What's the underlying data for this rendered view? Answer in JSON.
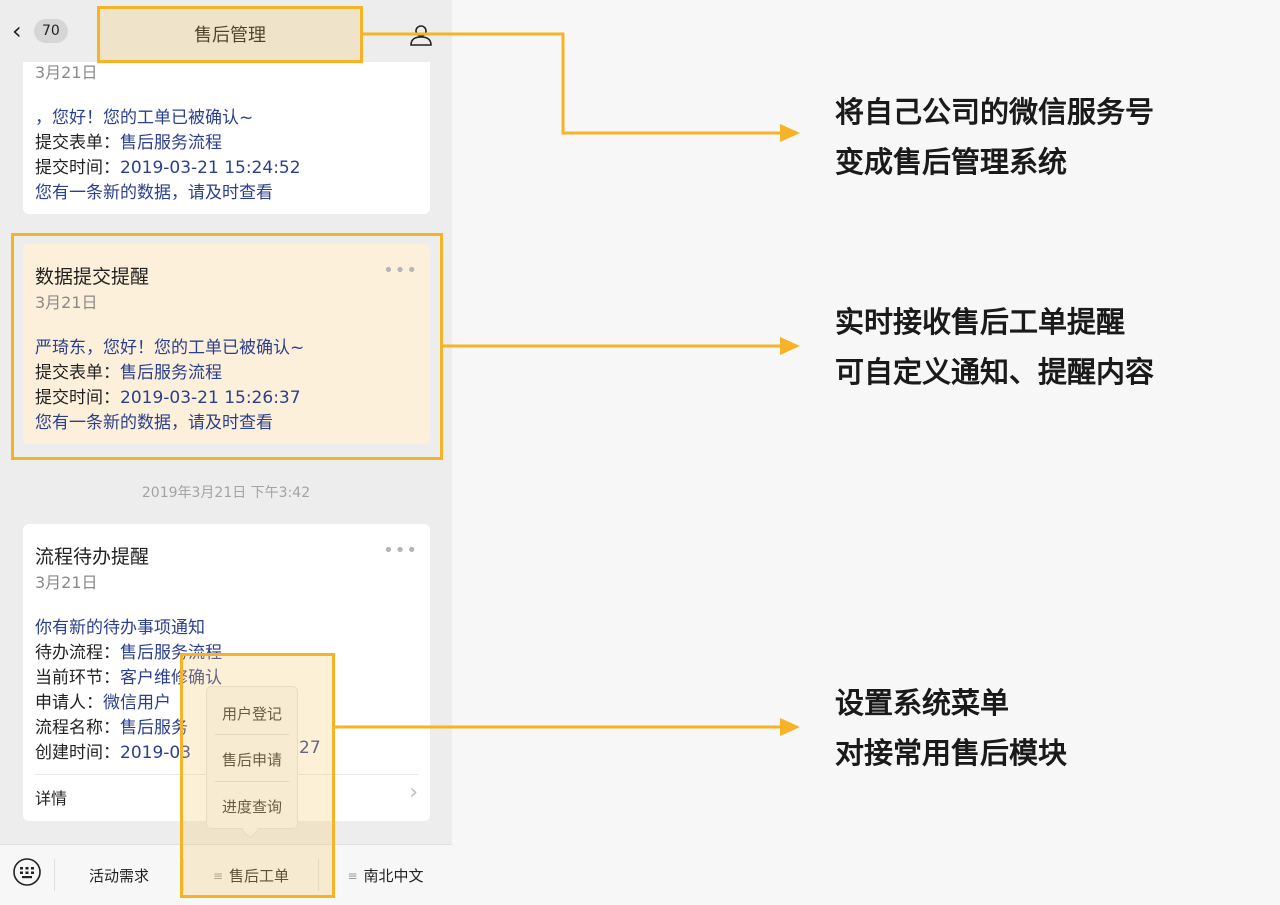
{
  "navbar": {
    "back_count": "70",
    "title": "售后管理"
  },
  "card1": {
    "date": "3月21日",
    "greeting": "，您好！您的工单已被确认~",
    "form_label": "提交表单：",
    "form_value": "售后服务流程",
    "time_label": "提交时间：",
    "time_value": "2019-03-21 15:24:52",
    "notice": "您有一条新的数据，请及时查看"
  },
  "card2": {
    "title": "数据提交提醒",
    "date": "3月21日",
    "greeting": "严琦东，您好！您的工单已被确认~",
    "form_label": "提交表单：",
    "form_value": "售后服务流程",
    "time_label": "提交时间：",
    "time_value": "2019-03-21 15:26:37",
    "notice": "您有一条新的数据，请及时查看",
    "more": "•••"
  },
  "timestamp": "2019年3月21日 下午3:42",
  "card3": {
    "title": "流程待办提醒",
    "date": "3月21日",
    "notice": "你有新的待办事项通知",
    "flow_label": "待办流程：",
    "flow_value": "售后服务流程",
    "step_label": "当前环节：",
    "step_value": "客户维修确认",
    "applicant_label": "申请人：",
    "applicant_value": "微信用户",
    "name_label": "流程名称：",
    "name_value": "售后服务",
    "created_label": "创建时间：",
    "created_value_start": "2019-03",
    "created_value_end": "27",
    "details": "详情",
    "more": "•••"
  },
  "popup_menu": {
    "items": [
      "用户登记",
      "售后申请",
      "进度查询"
    ]
  },
  "tabbar": {
    "tabs": [
      "活动需求",
      "售后工单",
      "南北中文"
    ],
    "menu_glyph": "≡"
  },
  "callouts": {
    "c1": [
      "将自己公司的微信服务号",
      "变成售后管理系统"
    ],
    "c2": [
      "实时接收售后工单提醒",
      "可自定义通知、提醒内容"
    ],
    "c3": [
      "设置系统菜单",
      "对接常用售后模块"
    ]
  },
  "colors": {
    "highlight": "#f5b325",
    "link_blue": "#2b3f8f",
    "card_highlight_bg": "#fdf0da"
  }
}
